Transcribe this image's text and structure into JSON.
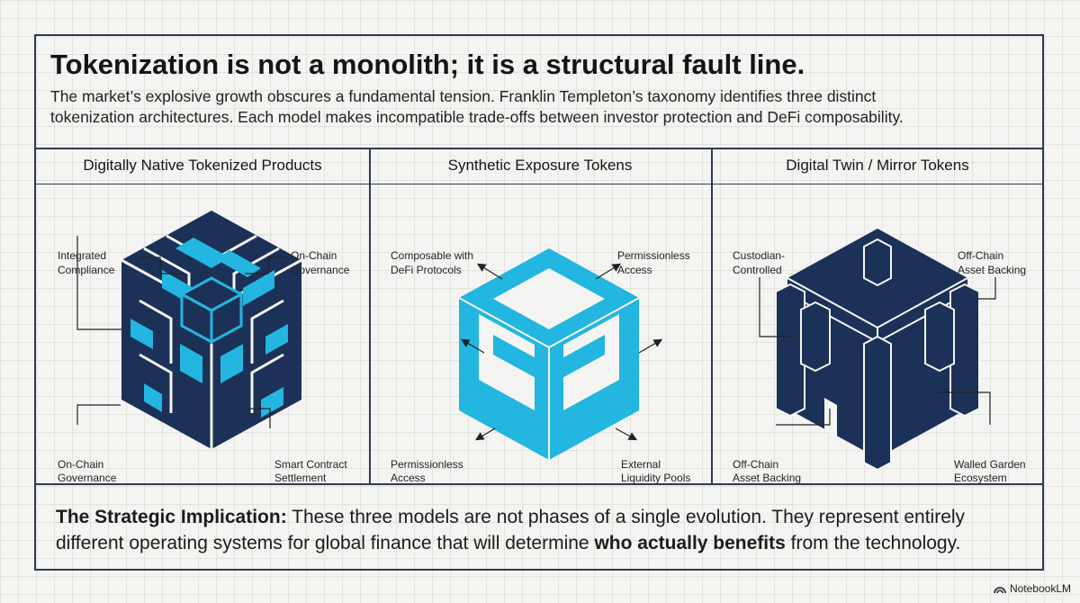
{
  "header": {
    "title": "Tokenization is not a monolith; it is a structural fault line.",
    "subtitle": "The market’s explosive growth obscures a fundamental tension. Franklin Templeton’s taxonomy identifies three distinct tokenization architectures. Each model makes incompatible trade-offs between investor protection and DeFi composability."
  },
  "columns": [
    {
      "title": "Digitally Native Tokenized Products",
      "labels": [
        [
          "Integrated",
          "Compliance"
        ],
        [
          "On-Chain",
          "Governance"
        ],
        [
          "On-Chain",
          "Governance"
        ],
        [
          "Smart Contract",
          "Settlement"
        ]
      ]
    },
    {
      "title": "Synthetic Exposure Tokens",
      "labels": [
        [
          "Composable with",
          "DeFi Protocols"
        ],
        [
          "Permissionless",
          "Access"
        ],
        [
          "Permissionless",
          "Access"
        ],
        [
          "External",
          "Liquidity Pools"
        ]
      ]
    },
    {
      "title": "Digital Twin / Mirror Tokens",
      "labels": [
        [
          "Custodian-",
          "Controlled"
        ],
        [
          "Off-Chain",
          "Asset Backing"
        ],
        [
          "Off-Chain",
          "Asset Backing"
        ],
        [
          "Walled Garden",
          "Ecosystem"
        ]
      ]
    }
  ],
  "footer": {
    "lead": "The Strategic Implication:",
    "body": " These three models are not phases of a single evolution. They represent entirely different operating systems for global finance that will determine ",
    "emphasis": "who actually benefits",
    "tail": " from the technology."
  },
  "brand": {
    "name": "NotebookLM"
  },
  "colors": {
    "navy": "#1c3157",
    "cyan": "#22b6e0",
    "line": "#2e3b55"
  }
}
